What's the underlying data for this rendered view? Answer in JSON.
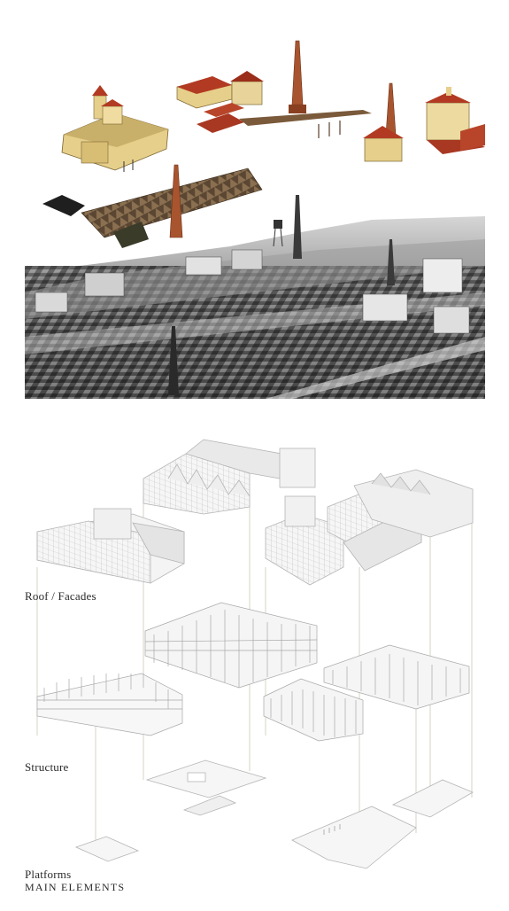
{
  "labels": {
    "roof_facades": "Roof / Facades",
    "structure": "Structure",
    "platforms": "Platforms",
    "main_elements": "MAIN ELEMENTS"
  },
  "colors": {
    "photo_dark": "#2b2b2b",
    "photo_mid": "#7a7a7a",
    "photo_light": "#d9d9d9",
    "roof_red": "#b23a22",
    "wall_cream": "#e6cf8a",
    "chimney_brick": "#a8552f",
    "model_face": "#f1f1f1",
    "model_edge": "#b5b5b5",
    "leader_line": "#c9c9b8"
  },
  "icons": [
    "historic-building-icon",
    "chimney-icon",
    "water-tower-icon",
    "sawtooth-roof-icon"
  ]
}
